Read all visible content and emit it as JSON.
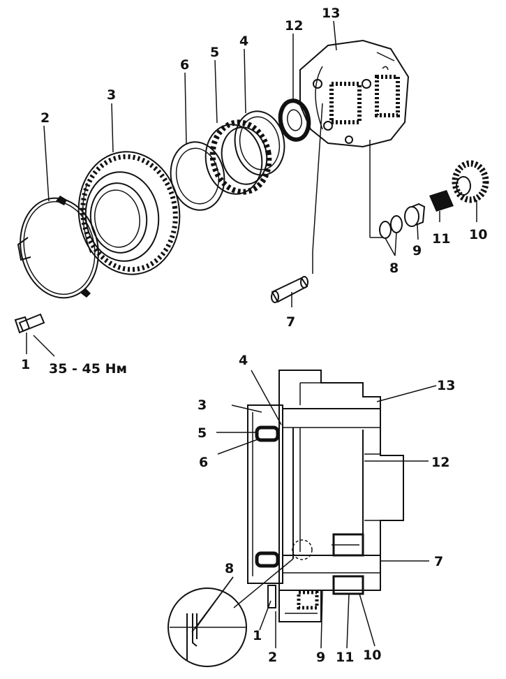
{
  "labels": {
    "l1": "1",
    "l2": "2",
    "l3": "3",
    "l4": "4",
    "l5": "5",
    "l6": "6",
    "l7": "7",
    "l8": "8",
    "l9": "9",
    "l10": "10",
    "l11": "11",
    "l12": "12",
    "l13": "13"
  },
  "torque": "35 - 45 Нм"
}
